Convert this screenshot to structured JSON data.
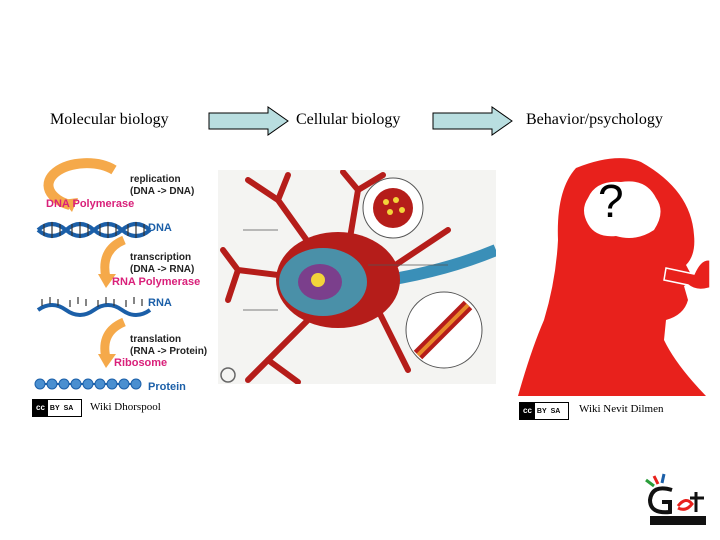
{
  "headings": {
    "molecular": "Molecular biology",
    "cellular": "Cellular biology",
    "behavior": "Behavior/psychology"
  },
  "dogma": {
    "replication": "replication",
    "replication_sub": "(DNA -> DNA)",
    "dna_polymerase": "DNA Polymerase",
    "dna": "DNA",
    "transcription": "transcription",
    "transcription_sub": "(DNA -> RNA)",
    "rna_polymerase": "RNA Polymerase",
    "rna": "RNA",
    "translation": "translation",
    "translation_sub": "(RNA -> Protein)",
    "ribosome": "Ribosome",
    "protein": "Protein"
  },
  "head": {
    "question": "?"
  },
  "credits": {
    "left": "Wiki Dhorspool",
    "right": "Wiki Nevit Dilmen"
  },
  "license_badge": {
    "cc": "cc",
    "by": "BY",
    "sa": "SA"
  },
  "colors": {
    "arrow_fill": "#b9dee0",
    "orange": "#f5a94a",
    "magenta": "#d9207a",
    "blue": "#1b5fa8",
    "neuron_red": "#b51d1a",
    "head_red": "#e8211c"
  }
}
